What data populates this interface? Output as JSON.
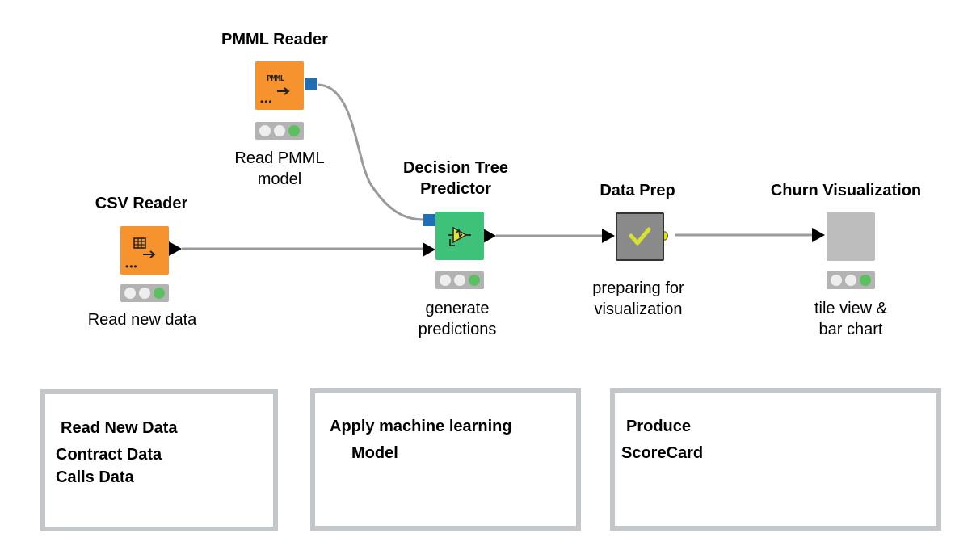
{
  "nodes": {
    "pmml_reader": {
      "title": "PMML Reader",
      "description": [
        "Read PMML",
        "model"
      ],
      "icon": "pmml-icon",
      "icon_text": "PMML"
    },
    "csv_reader": {
      "title": "CSV Reader",
      "description": [
        "Read new data"
      ],
      "icon": "table-arrow-icon"
    },
    "decision_tree_predictor": {
      "title": [
        "Decision Tree",
        "Predictor"
      ],
      "description": [
        "generate",
        "predictions"
      ],
      "icon": "predictor-icon"
    },
    "data_prep": {
      "title": "Data Prep",
      "description": [
        "preparing for",
        "visualization"
      ],
      "icon": "checkmark-icon"
    },
    "churn_visualization": {
      "title": "Churn Visualization",
      "description": [
        "tile view &",
        "bar chart"
      ],
      "icon": "blank-icon"
    }
  },
  "annotations": [
    {
      "lines": [
        "Read New Data",
        "Contract Data",
        "Calls Data"
      ]
    },
    {
      "lines": [
        "Apply machine learning",
        "Model"
      ]
    },
    {
      "lines": [
        "Produce",
        "ScoreCard"
      ]
    }
  ],
  "colors": {
    "orange_node": "#f7932f",
    "green_node": "#3ec27a",
    "metanode_gray": "#8a8a8a",
    "status_green": "#5cc060",
    "pmml_port": "#1f6fb5",
    "annotation_border": "#c4c7c9",
    "connection": "#9a9a9a"
  }
}
